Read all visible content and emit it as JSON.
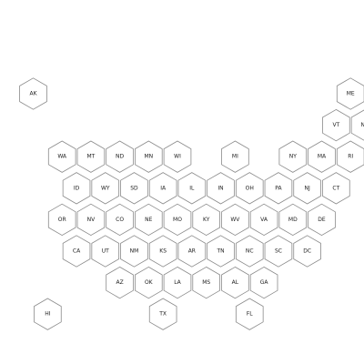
{
  "map": {
    "title": "",
    "colors": {
      "fill": "#ffffff",
      "stroke": "#8a8a8a",
      "label": "#222222"
    },
    "states": [
      {
        "abbr": "AK",
        "row": 0,
        "col": 0
      },
      {
        "abbr": "ME",
        "row": 0,
        "col": 11
      },
      {
        "abbr": "VT",
        "row": 1,
        "col": 10
      },
      {
        "abbr": "NH",
        "row": 1,
        "col": 11
      },
      {
        "abbr": "WA",
        "row": 2,
        "col": 1
      },
      {
        "abbr": "MT",
        "row": 2,
        "col": 2
      },
      {
        "abbr": "ND",
        "row": 2,
        "col": 3
      },
      {
        "abbr": "MN",
        "row": 2,
        "col": 4
      },
      {
        "abbr": "WI",
        "row": 2,
        "col": 5
      },
      {
        "abbr": "MI",
        "row": 2,
        "col": 7
      },
      {
        "abbr": "NY",
        "row": 2,
        "col": 9
      },
      {
        "abbr": "MA",
        "row": 2,
        "col": 10
      },
      {
        "abbr": "RI",
        "row": 2,
        "col": 11
      },
      {
        "abbr": "ID",
        "row": 3,
        "col": 1
      },
      {
        "abbr": "WY",
        "row": 3,
        "col": 2
      },
      {
        "abbr": "SD",
        "row": 3,
        "col": 3
      },
      {
        "abbr": "IA",
        "row": 3,
        "col": 4
      },
      {
        "abbr": "IL",
        "row": 3,
        "col": 5
      },
      {
        "abbr": "IN",
        "row": 3,
        "col": 6
      },
      {
        "abbr": "OH",
        "row": 3,
        "col": 7
      },
      {
        "abbr": "PA",
        "row": 3,
        "col": 8
      },
      {
        "abbr": "NJ",
        "row": 3,
        "col": 9
      },
      {
        "abbr": "CT",
        "row": 3,
        "col": 10
      },
      {
        "abbr": "OR",
        "row": 4,
        "col": 1
      },
      {
        "abbr": "NV",
        "row": 4,
        "col": 2
      },
      {
        "abbr": "CO",
        "row": 4,
        "col": 3
      },
      {
        "abbr": "NE",
        "row": 4,
        "col": 4
      },
      {
        "abbr": "MO",
        "row": 4,
        "col": 5
      },
      {
        "abbr": "KY",
        "row": 4,
        "col": 6
      },
      {
        "abbr": "WV",
        "row": 4,
        "col": 7
      },
      {
        "abbr": "VA",
        "row": 4,
        "col": 8
      },
      {
        "abbr": "MD",
        "row": 4,
        "col": 9
      },
      {
        "abbr": "DE",
        "row": 4,
        "col": 10
      },
      {
        "abbr": "CA",
        "row": 5,
        "col": 1
      },
      {
        "abbr": "UT",
        "row": 5,
        "col": 2
      },
      {
        "abbr": "NM",
        "row": 5,
        "col": 3
      },
      {
        "abbr": "KS",
        "row": 5,
        "col": 4
      },
      {
        "abbr": "AR",
        "row": 5,
        "col": 5
      },
      {
        "abbr": "TN",
        "row": 5,
        "col": 6
      },
      {
        "abbr": "NC",
        "row": 5,
        "col": 7
      },
      {
        "abbr": "SC",
        "row": 5,
        "col": 8
      },
      {
        "abbr": "DC",
        "row": 5,
        "col": 9
      },
      {
        "abbr": "AZ",
        "row": 6,
        "col": 3
      },
      {
        "abbr": "OK",
        "row": 6,
        "col": 4
      },
      {
        "abbr": "LA",
        "row": 6,
        "col": 5
      },
      {
        "abbr": "MS",
        "row": 6,
        "col": 6
      },
      {
        "abbr": "AL",
        "row": 6,
        "col": 7
      },
      {
        "abbr": "GA",
        "row": 6,
        "col": 8
      },
      {
        "abbr": "HI",
        "row": 7,
        "col": 0
      },
      {
        "abbr": "TX",
        "row": 7,
        "col": 4
      },
      {
        "abbr": "FL",
        "row": 7,
        "col": 7
      }
    ]
  }
}
